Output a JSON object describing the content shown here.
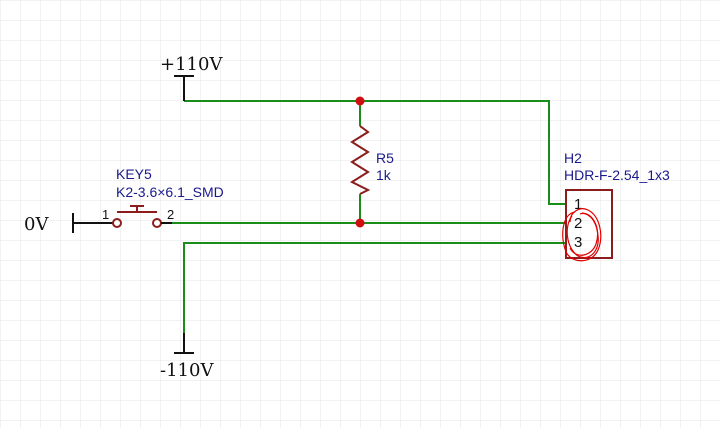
{
  "nets": {
    "pos": "+110V",
    "gnd": "0V",
    "neg": "-110V"
  },
  "key": {
    "ref": "KEY5",
    "value": "K2-3.6×6.1_SMD",
    "pin1": "1",
    "pin2": "2"
  },
  "resistor": {
    "ref": "R5",
    "value": "1k"
  },
  "header": {
    "ref": "H2",
    "value": "HDR-F-2.54_1x3",
    "pins": [
      "1",
      "2",
      "3"
    ]
  },
  "colors": {
    "wire": "#1a8c1a",
    "junction": "#d01010",
    "component": "#8b1d1d",
    "label": "#1a1a8c",
    "annotation": "#e00000"
  }
}
